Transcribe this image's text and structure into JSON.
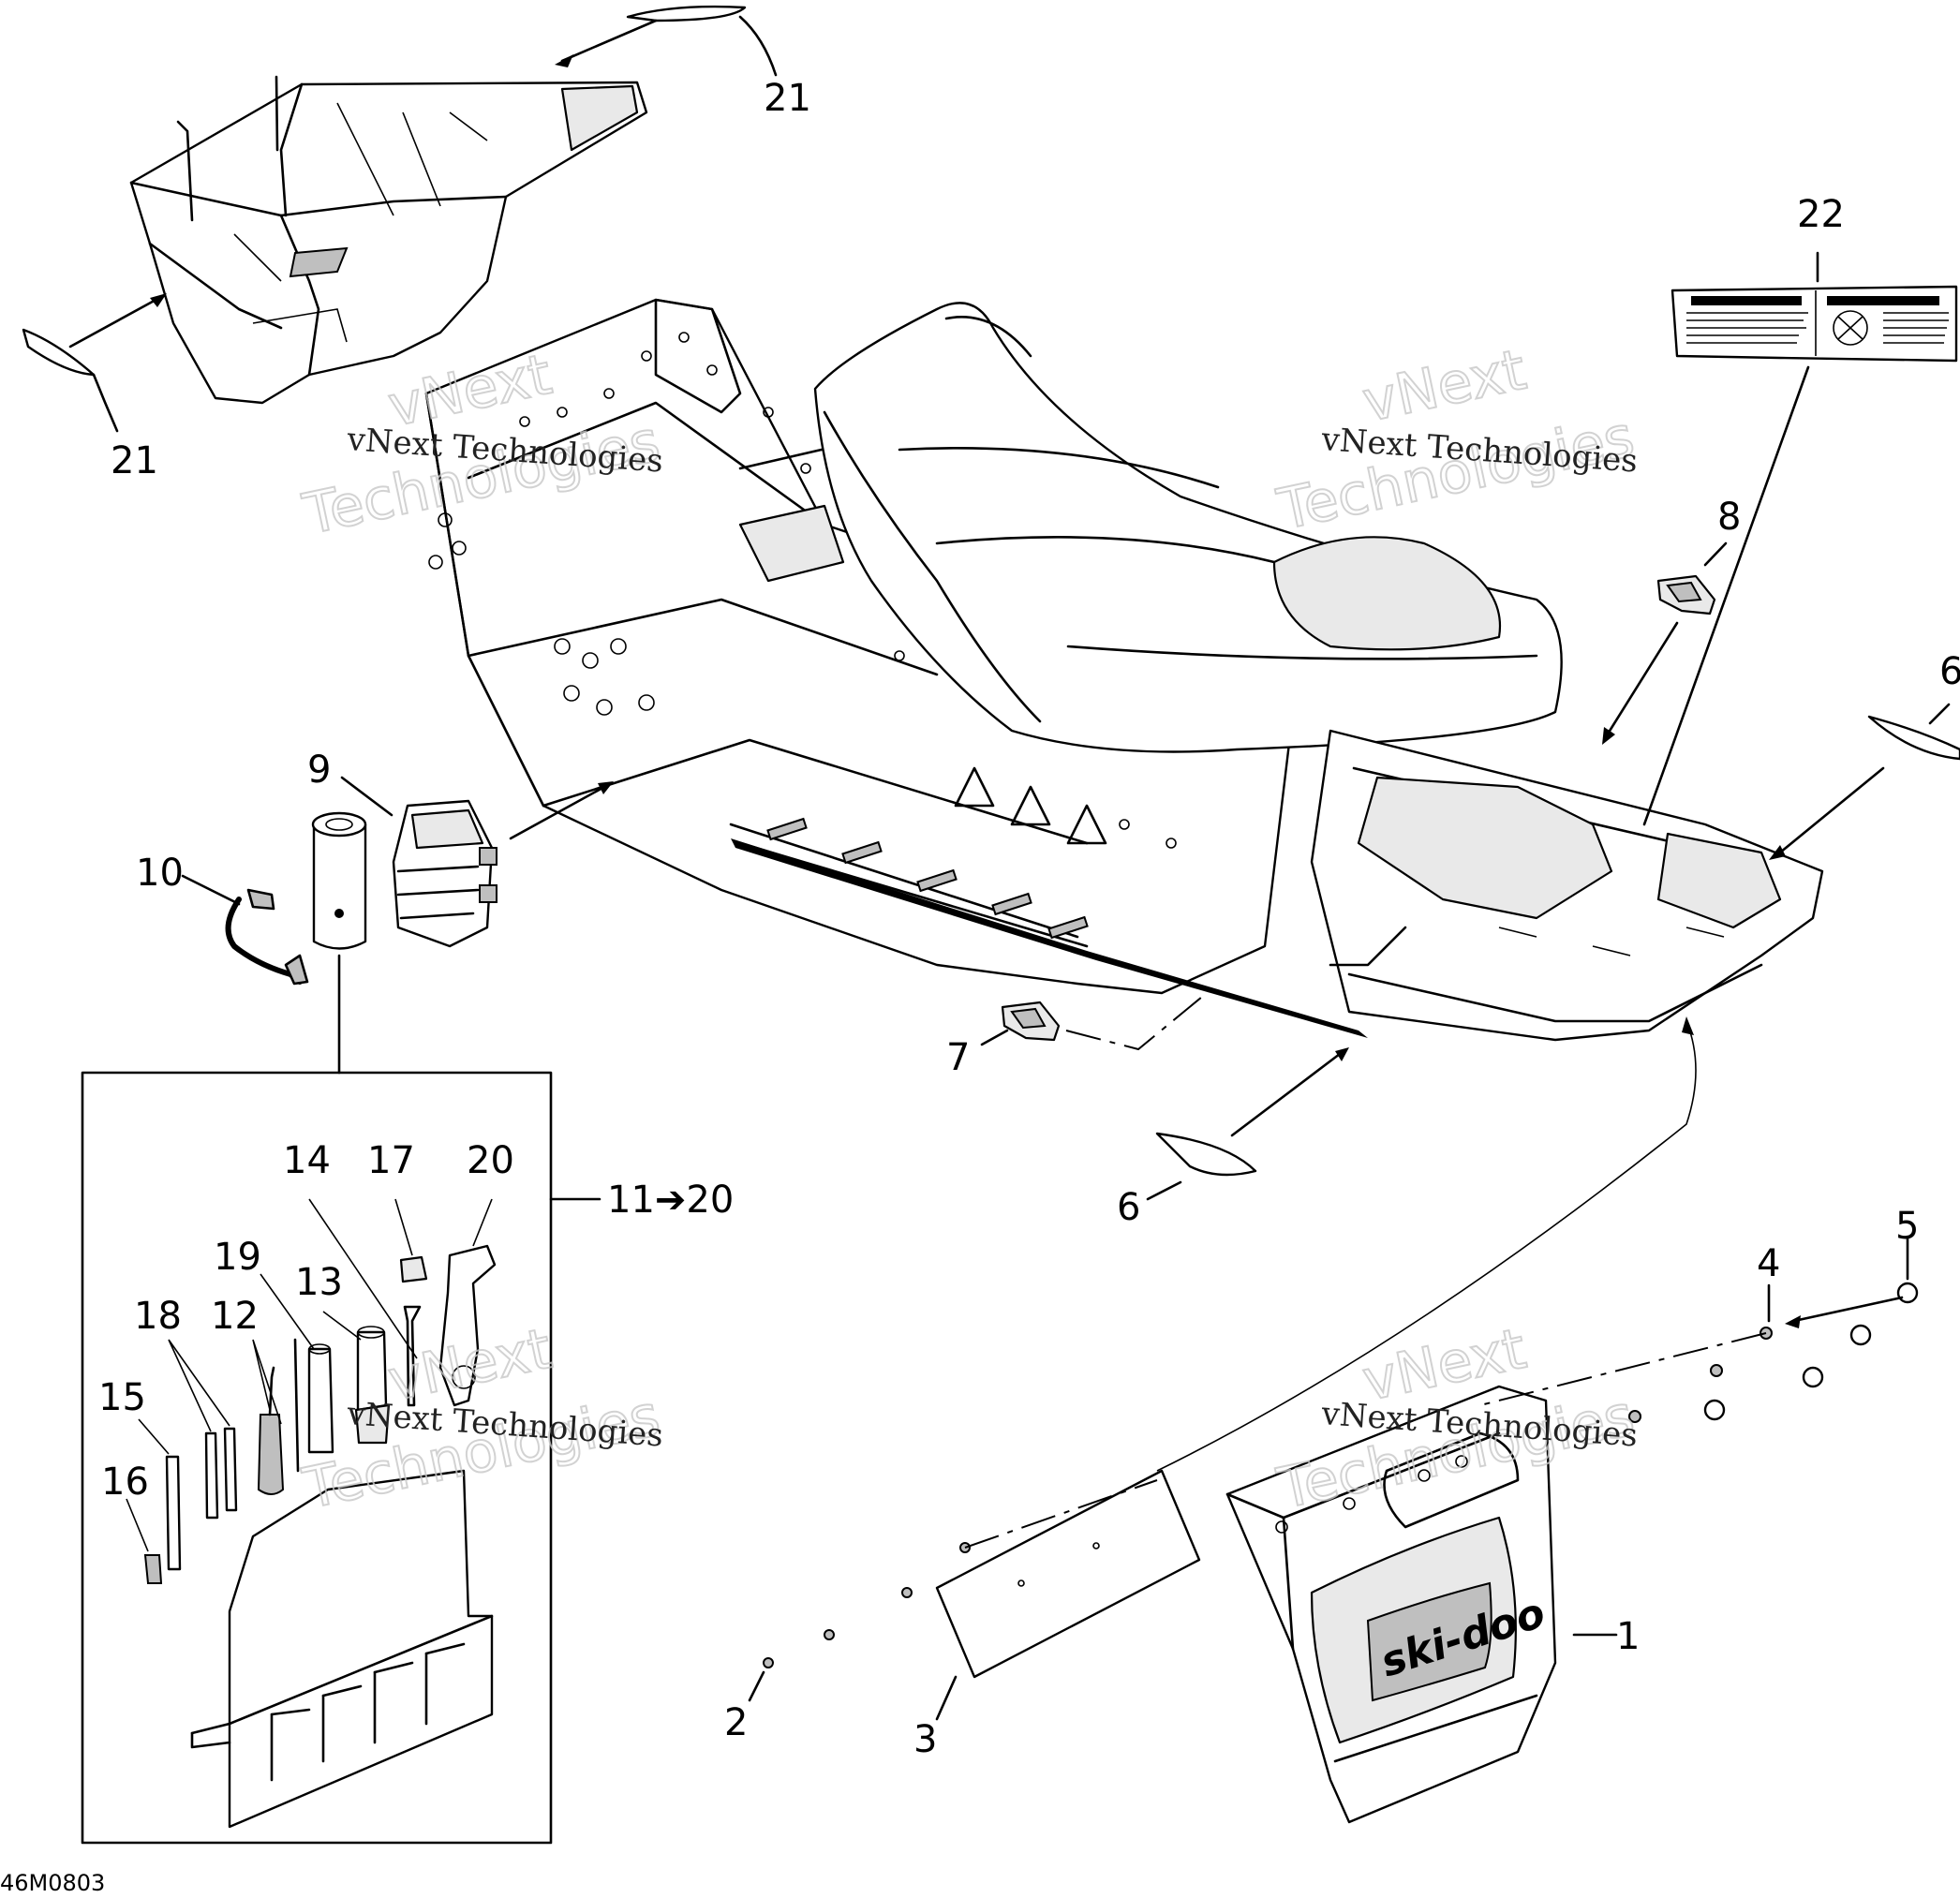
{
  "diagram": {
    "code": "46M0803",
    "watermark": {
      "line1": "vNext",
      "line2": "Technologies",
      "inline": "vNext Technologies"
    },
    "callouts": [
      {
        "id": "1",
        "text": "1"
      },
      {
        "id": "2",
        "text": "2"
      },
      {
        "id": "3",
        "text": "3"
      },
      {
        "id": "4",
        "text": "4"
      },
      {
        "id": "5",
        "text": "5"
      },
      {
        "id": "6a",
        "text": "6"
      },
      {
        "id": "6b",
        "text": "6"
      },
      {
        "id": "7",
        "text": "7"
      },
      {
        "id": "8",
        "text": "8"
      },
      {
        "id": "9",
        "text": "9"
      },
      {
        "id": "10",
        "text": "10"
      },
      {
        "id": "11-20",
        "text": "11➔20"
      },
      {
        "id": "12",
        "text": "12"
      },
      {
        "id": "13",
        "text": "13"
      },
      {
        "id": "14",
        "text": "14"
      },
      {
        "id": "15",
        "text": "15"
      },
      {
        "id": "16",
        "text": "16"
      },
      {
        "id": "17",
        "text": "17"
      },
      {
        "id": "18",
        "text": "18"
      },
      {
        "id": "19",
        "text": "19"
      },
      {
        "id": "20",
        "text": "20"
      },
      {
        "id": "21a",
        "text": "21"
      },
      {
        "id": "21b",
        "text": "21"
      },
      {
        "id": "22",
        "text": "22"
      }
    ],
    "mudflap_logo": "ski-doo"
  }
}
